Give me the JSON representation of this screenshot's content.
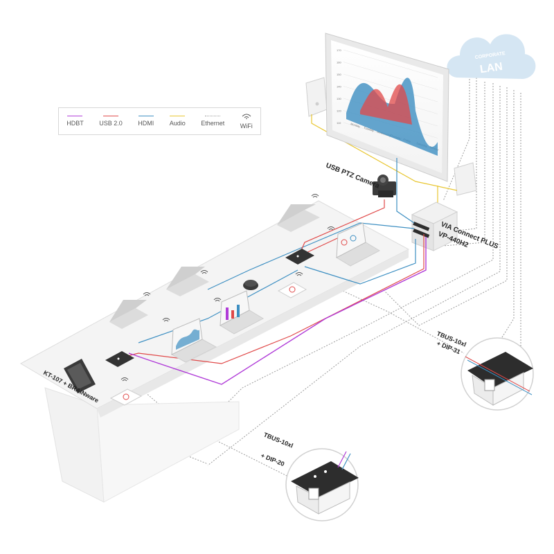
{
  "legend": [
    {
      "label": "HDBT",
      "color": "#b03cd8",
      "style": "solid"
    },
    {
      "label": "USB 2.0",
      "color": "#e04848",
      "style": "solid"
    },
    {
      "label": "HDMI",
      "color": "#3d8fc2",
      "style": "solid"
    },
    {
      "label": "Audio",
      "color": "#e8c630",
      "style": "solid"
    },
    {
      "label": "Ethernet",
      "color": "#9a9a9a",
      "style": "dotted"
    },
    {
      "label": "WiFi",
      "color": "#555555",
      "style": "wifi"
    }
  ],
  "cloud": {
    "line1": "CORPORATE",
    "line2": "LAN"
  },
  "display": {
    "ticks": [
      "170",
      "160",
      "150",
      "140",
      "130",
      "120",
      "110"
    ],
    "days": [
      "Monday",
      "Tuesday",
      "Wednesday",
      "Thursday",
      "Friday",
      "Saturday",
      "Sunday"
    ]
  },
  "labels": {
    "camera": "USB PTZ Camera",
    "via_line1": "VIA Connect PLUS",
    "via_line2": "VP-440H2",
    "tbus_right_line1": "TBUS-10xl",
    "tbus_right_line2": "+ DIP-31",
    "tbus_left_line1": "TBUS-10xl",
    "tbus_left_line2": "+ DIP-20",
    "kt": "KT-107 + BRAINware"
  },
  "colors": {
    "hdbt": "#b03cd8",
    "usb": "#e04848",
    "hdmi": "#3d8fc2",
    "audio": "#e8c630",
    "ethernet": "#9a9a9a",
    "cloud": "#d5e6f3"
  }
}
